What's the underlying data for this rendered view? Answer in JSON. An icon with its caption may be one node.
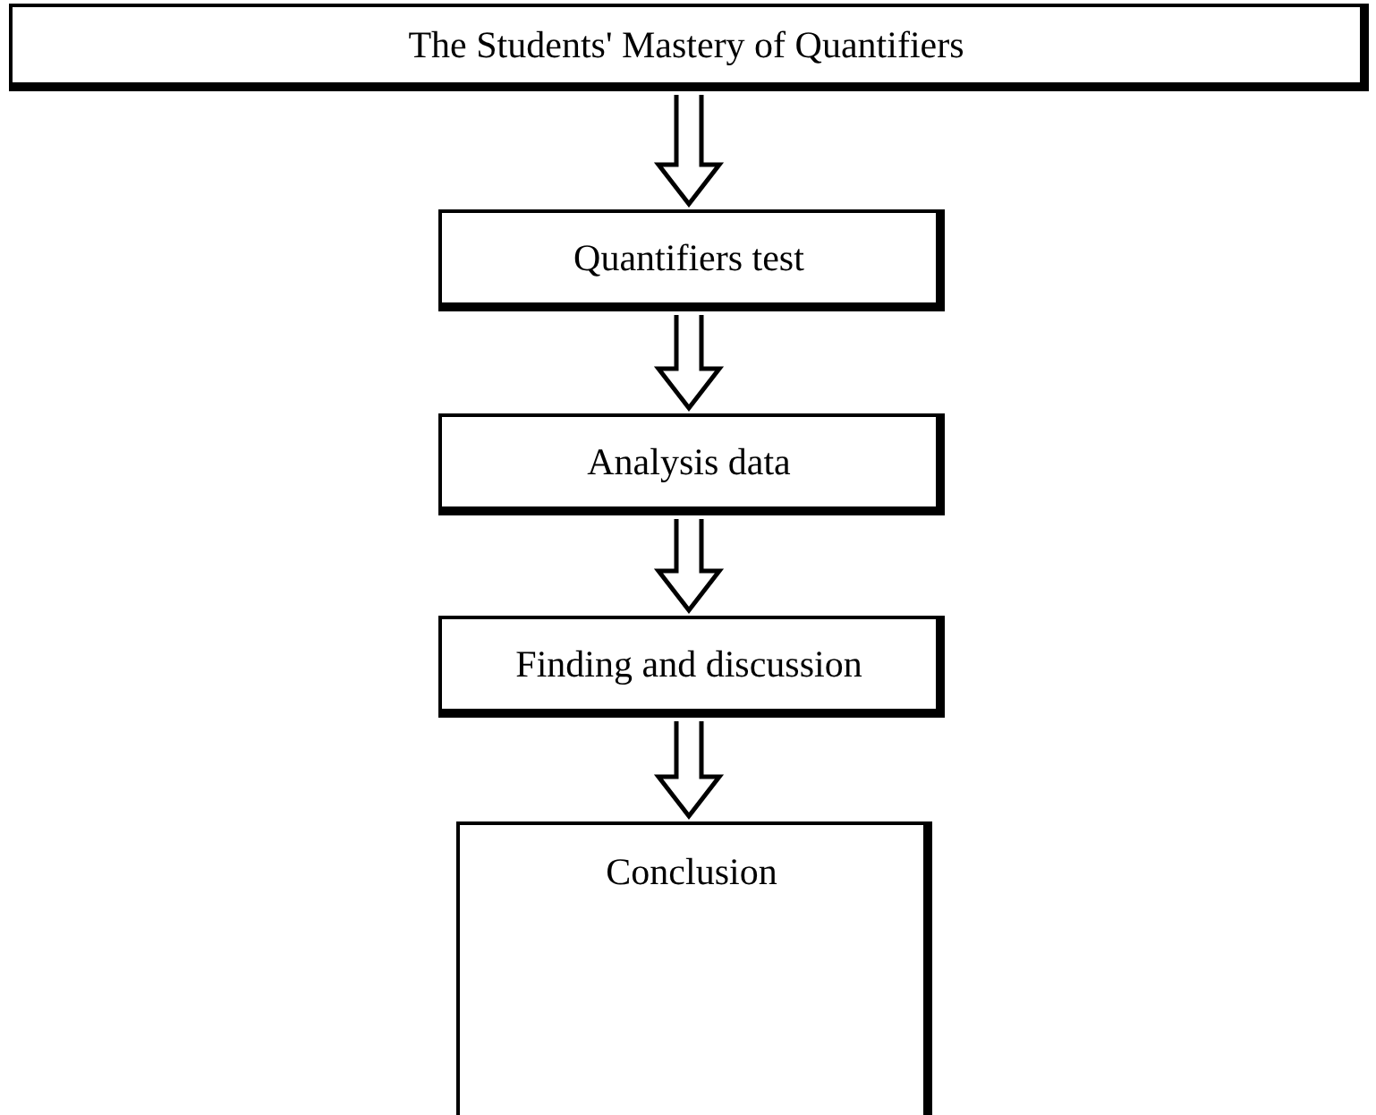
{
  "diagram": {
    "nodes": [
      {
        "text": [
          "The Students' Mastery of Quantifiers"
        ]
      },
      {
        "text": [
          "Quantifiers test"
        ]
      },
      {
        "text": [
          "Analysis data"
        ]
      },
      {
        "text": [
          "Finding and discussion"
        ]
      },
      {
        "text": [
          "Conclusion"
        ]
      }
    ],
    "edges": [
      {
        "from": 0,
        "to": 1,
        "arrow": "to"
      },
      {
        "from": 1,
        "to": 2,
        "arrow": "to"
      },
      {
        "from": 2,
        "to": 3,
        "arrow": "to"
      },
      {
        "from": 3,
        "to": 4,
        "arrow": "to"
      }
    ]
  }
}
